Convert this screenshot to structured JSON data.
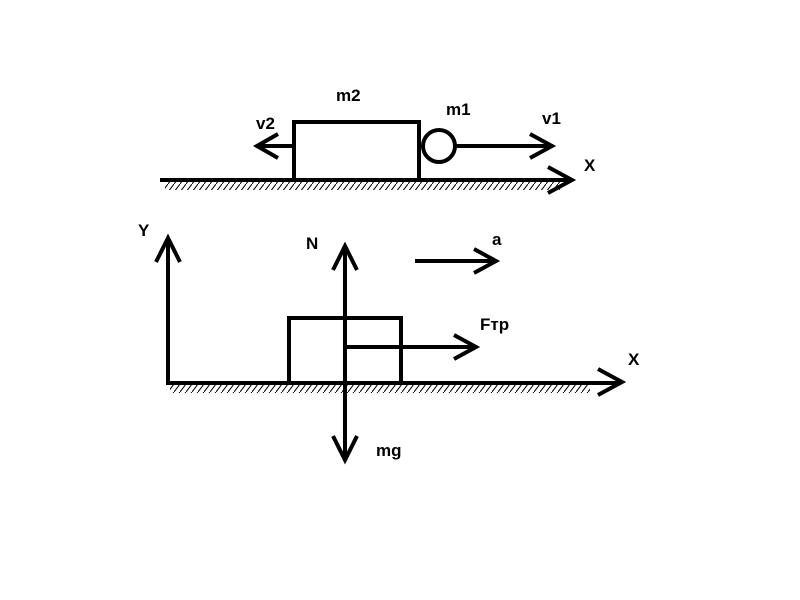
{
  "top_diagram": {
    "mass_large": "m2",
    "mass_small": "m1",
    "velocity_left": "v2",
    "velocity_right": "v1",
    "axis_x": "X"
  },
  "bottom_diagram": {
    "axis_y": "Y",
    "axis_x": "X",
    "normal_force": "N",
    "acceleration": "a",
    "friction_force": "Fтр",
    "gravity_force": "mg"
  },
  "colors": {
    "ink": "#000000",
    "background": "#ffffff"
  }
}
